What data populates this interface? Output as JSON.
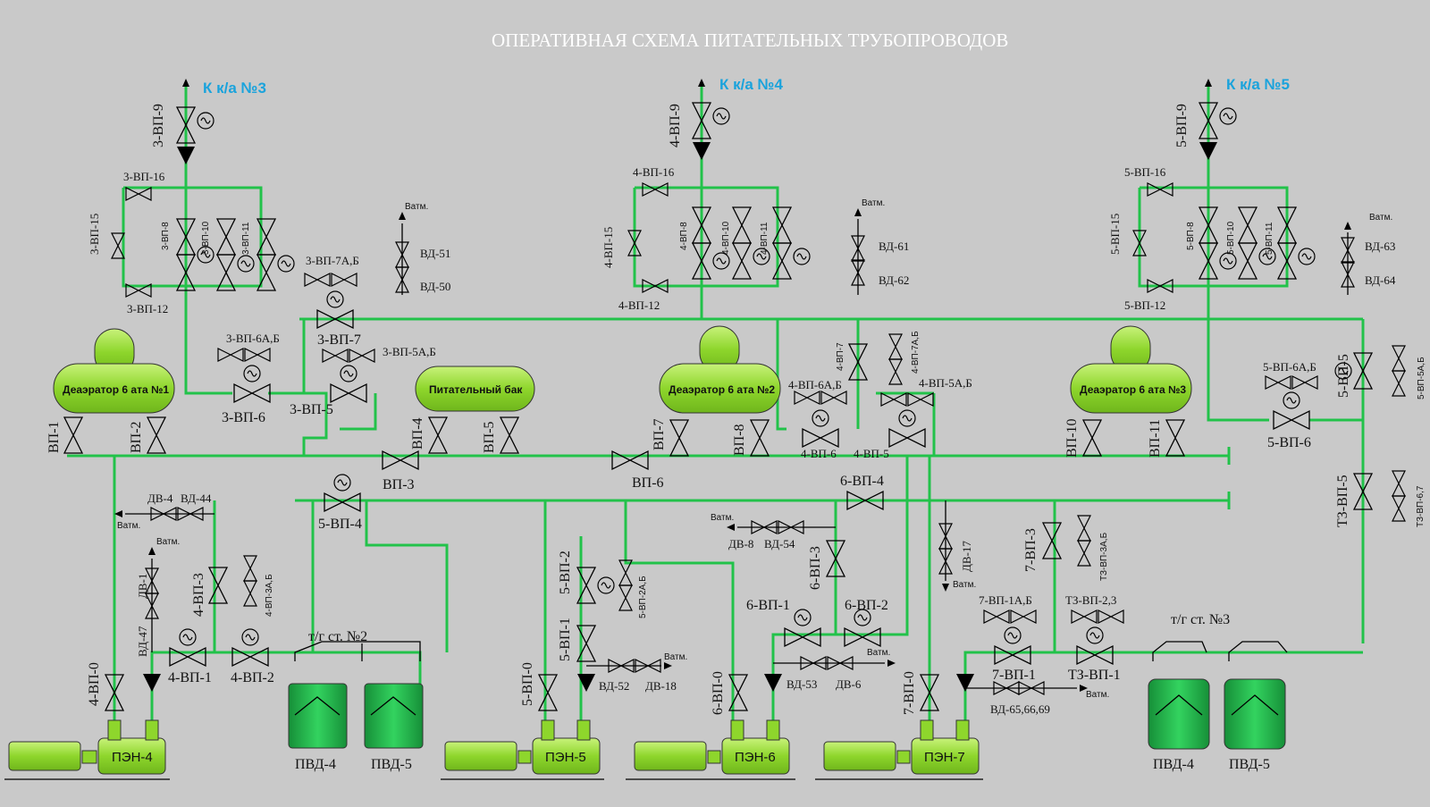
{
  "title": "ОПЕРАТИВНАЯ СХЕМА ПИТАТЕЛЬНЫХ ТРУБОПРОВОДОВ",
  "colors": {
    "background": "#c9c9c9",
    "pipe": "#22c24a",
    "equipment": "#9fe03a",
    "heater": "#1fae45",
    "destination": "#1aa3dc"
  },
  "destinations": {
    "ka3": "К к/а №3",
    "ka4": "К к/а №4",
    "ka5": "К к/а №5"
  },
  "atm": "Bатм.",
  "tanks": {
    "d1": "Деаэратор 6 ата №1",
    "d2": "Деаэратор 6 ата №2",
    "d3": "Деаэратор 6 ата №3",
    "feed": "Питательный бак"
  },
  "pumps": {
    "p4": "ПЭН-4",
    "p5": "ПЭН-5",
    "p6": "ПЭН-6",
    "p7": "ПЭН-7"
  },
  "heaters": {
    "a4": "ПВД-4",
    "a5": "ПВД-5",
    "b4": "ПВД-4",
    "b5": "ПВД-5"
  },
  "stations": {
    "s2": "т/г ст. №2",
    "s3": "т/г ст. №3"
  },
  "valves": {
    "v3_9": "3-ВП-9",
    "v3_16": "3-ВП-16",
    "v3_15": "3-ВП-15",
    "v3_8": "3-ВП-8",
    "v3_10": "3-ВП-10",
    "v3_11": "3-ВП-11",
    "v3_12": "3-ВП-12",
    "v3_7ab": "3-ВП-7А,Б",
    "v3_7": "3-ВП-7",
    "v3_6ab": "3-ВП-6А,Б",
    "v3_6": "3-ВП-6",
    "v3_5ab": "3-ВП-5А,Б",
    "v3_5": "3-ВП-5",
    "vd51": "ВД-51",
    "vd50": "ВД-50",
    "v4_9": "4-ВП-9",
    "v4_16": "4-ВП-16",
    "v4_15": "4-ВП-15",
    "v4_8": "4-ВП-8",
    "v4_10": "4-ВП-10",
    "v4_11": "4-ВП-11",
    "v4_12": "4-ВП-12",
    "vd61": "ВД-61",
    "vd62": "ВД-62",
    "v4_7": "4-ВП-7",
    "v4_7ab": "4-ВП-7А,Б",
    "v4_6ab": "4-ВП-6А,Б",
    "v4_5ab": "4-ВП-5А,Б",
    "v4_6": "4-ВП-6",
    "v4_5": "4-ВП-5",
    "v5_9": "5-ВП-9",
    "v5_16": "5-ВП-16",
    "v5_15": "5-ВП-15",
    "v5_8": "5-ВП-8",
    "v5_10": "5-ВП-10",
    "v5_11": "5-ВП-11",
    "v5_12": "5-ВП-12",
    "vd63": "ВД-63",
    "vd64": "ВД-64",
    "v5_5": "5-ВП-5",
    "v5_5ab": "5-ВП-5А,Б",
    "v5_6ab": "5-ВП-6А,Б",
    "v5_6": "5-ВП-6",
    "t3_5": "ТЗ-ВП-5",
    "t3_67": "ТЗ-ВП-6,7",
    "vp1": "ВП-1",
    "vp2": "ВП-2",
    "vp3": "ВП-3",
    "vp4": "ВП-4",
    "vp5": "ВП-5",
    "vp6": "ВП-6",
    "vp7": "ВП-7",
    "vp8": "ВП-8",
    "vp10": "ВП-10",
    "vp11": "ВП-11",
    "v5_4": "5-ВП-4",
    "v6_4": "6-ВП-4",
    "dv4": "ДВ-4",
    "vd44": "ВД-44",
    "dv1": "ДВ-1",
    "vd47": "ВД-47",
    "v4_3": "4-ВП-3",
    "v4_3ab": "4-ВП-3А,Б",
    "v4_1": "4-ВП-1",
    "v4_2": "4-ВП-2",
    "v4_0": "4-ВП-0",
    "v5_2": "5-ВП-2",
    "v5_2ab": "5-ВП-2А,Б",
    "v5_1": "5-ВП-1",
    "v5_0": "5-ВП-0",
    "vd52": "ВД-52",
    "dv18": "ДВ-18",
    "dv8": "ДВ-8",
    "vd54": "ВД-54",
    "v6_3": "6-ВП-3",
    "v6_1": "6-ВП-1",
    "v6_2": "6-ВП-2",
    "v6_0": "6-ВП-0",
    "vd53": "ВД-53",
    "dv6": "ДВ-6",
    "dv17": "ДВ-17",
    "v7_3": "7-ВП-3",
    "t3_3ab": "ТЗ-ВП-3А,Б",
    "v7_1ab": "7-ВП-1А,Б",
    "t3_23": "ТЗ-ВП-2,3",
    "v7_1": "7-ВП-1",
    "t3_1": "ТЗ-ВП-1",
    "v7_0": "7-ВП-0",
    "vd656669": "ВД-65,66,69"
  }
}
